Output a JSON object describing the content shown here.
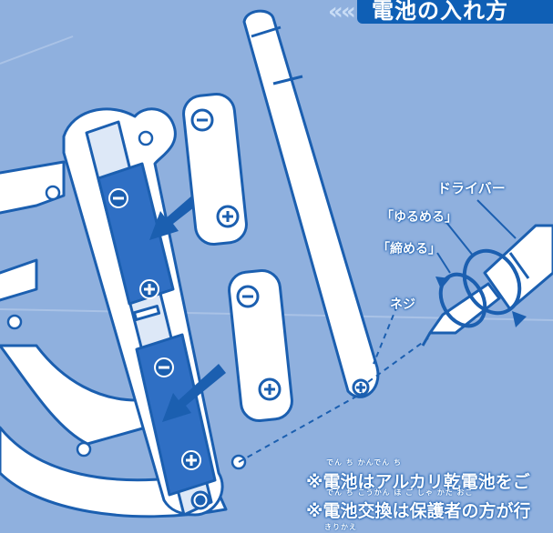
{
  "title": "電池の入れ方",
  "labels": {
    "driver": "ドライバー",
    "loosen": "「ゆるめる」",
    "tighten": "「締める」",
    "screw": "ネジ"
  },
  "notes": [
    {
      "ruby": "でん ち                    かんでん ち",
      "text": "※電池はアルカリ乾電池をご"
    },
    {
      "ruby": "でん ち こうかん        ほ ご しゃ    かた  おこ",
      "text": "※電池交換は保護者の方が行"
    }
  ],
  "notes_extra_ruby": "きりかえ",
  "colors": {
    "background": "#8fb0de",
    "line": "#1b5fb0",
    "battery_slot": "#2f6fc4",
    "title_banner": "#0f5fb5"
  }
}
